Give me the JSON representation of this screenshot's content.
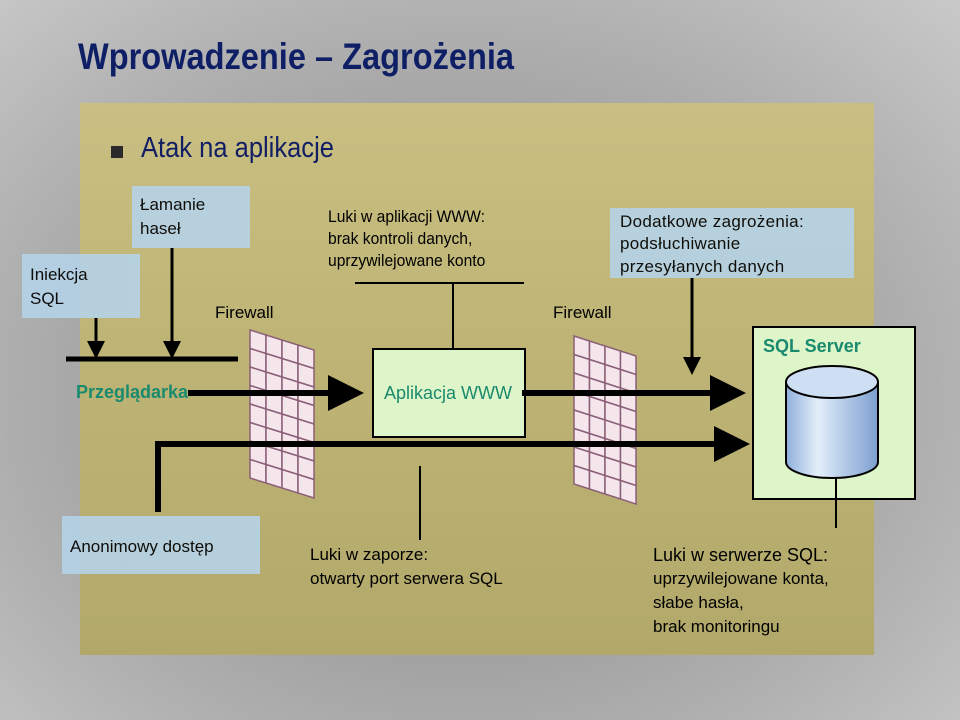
{
  "slide": {
    "title": "Wprowadzenie – Zagrożenia",
    "bullet": "Atak na aplikacje"
  },
  "diagram": {
    "sql_injection": [
      "Iniekcja",
      "SQL"
    ],
    "password_cracking": [
      "Łamanie",
      "haseł"
    ],
    "firewall_left_label": "Firewall",
    "firewall_right_label": "Firewall",
    "web_app_flaws": [
      "Luki w aplikacji WWW:",
      "brak kontroli danych,",
      "uprzywilejowane konto"
    ],
    "extra_threats": [
      "Dodatkowe zagrożenia:",
      "podsłuchiwanie",
      "przesyłanych danych"
    ],
    "browser_label": "Przeglądarka",
    "web_app_label": "Aplikacja WWW",
    "sql_server_label": "SQL Server",
    "anonymous_access": "Anonimowy dostęp",
    "firewall_flaws": [
      "Luki w zaporze:",
      "otwarty port  serwera SQL"
    ],
    "sql_server_flaws": [
      "Luki w serwerze SQL:",
      "uprzywilejowane konta,",
      "słabe hasła,",
      "brak monitoringu"
    ]
  },
  "colors": {
    "title": "#0f1f66",
    "panel": "#c3b97a",
    "callout": "#b5d2e6",
    "component": "#ddf5c8",
    "component_text": "#1a8a6e",
    "firewall": "#f4e6ea",
    "database": "#a9c4e4"
  }
}
